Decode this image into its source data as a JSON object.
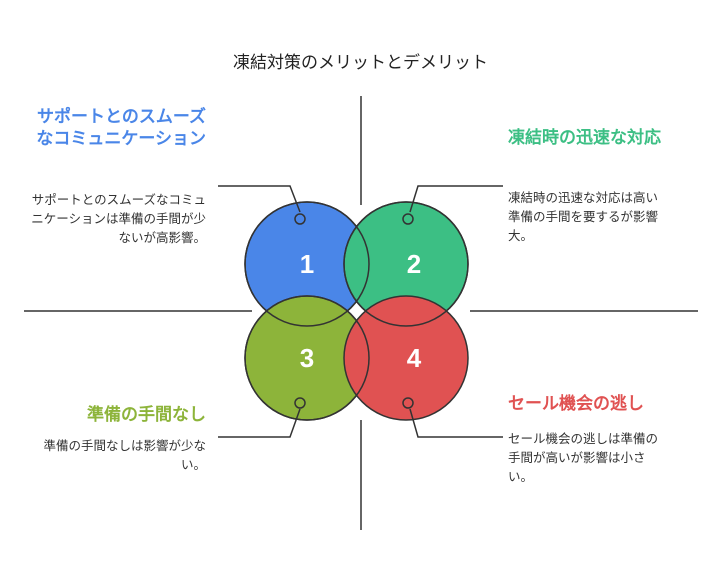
{
  "title": "凍結対策のメリットとデメリット",
  "colors": {
    "q1": "#4a86e8",
    "q2": "#3cbf84",
    "q3": "#8db43a",
    "q4": "#e05252",
    "line": "#333333"
  },
  "quadrants": [
    {
      "number": "1",
      "heading": "サポートとのスムーズなコミュニケーション",
      "description": "サポートとのスムーズなコミュニケーションは準備の手間が少ないが高影響。"
    },
    {
      "number": "2",
      "heading": "凍結時の迅速な対応",
      "description": "凍結時の迅速な対応は高い準備の手間を要するが影響大。"
    },
    {
      "number": "3",
      "heading": "準備の手間なし",
      "description": "準備の手間なしは影響が少ない。"
    },
    {
      "number": "4",
      "heading": "セール機会の逃し",
      "description": "セール機会の逃しは準備の手間が高いが影響は小さい。"
    }
  ]
}
